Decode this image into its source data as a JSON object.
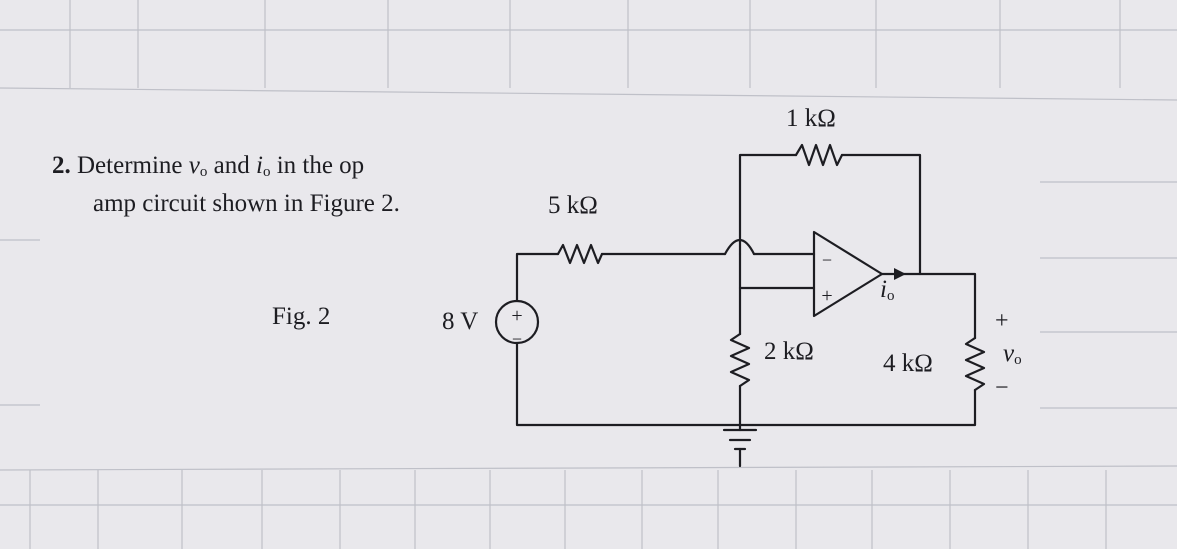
{
  "problem": {
    "number": "2.",
    "text_before_v": "Determine",
    "v_symbol": "v",
    "v_subscript": "o",
    "and_word": "and",
    "i_symbol": "i",
    "i_subscript": "o",
    "text_end_line1": "in the op",
    "line2": "amp circuit shown in Figure 2."
  },
  "figure_label": "Fig. 2",
  "circuit": {
    "source_value": "8 V",
    "source_plus": "+",
    "source_minus": "−",
    "r_input": "5 kΩ",
    "r_feedback": "1 kΩ",
    "r_ground": "2 kΩ",
    "r_load": "4 kΩ",
    "opamp_minus": "−",
    "opamp_plus": "+",
    "io_symbol": "i",
    "io_subscript": "o",
    "vo_plus": "+",
    "vo_minus": "−",
    "vo_symbol": "v",
    "vo_subscript": "o"
  },
  "colors": {
    "paper": "#e9e8ec",
    "grid_line": "#bfc0c8",
    "ink": "#1d1d22"
  }
}
